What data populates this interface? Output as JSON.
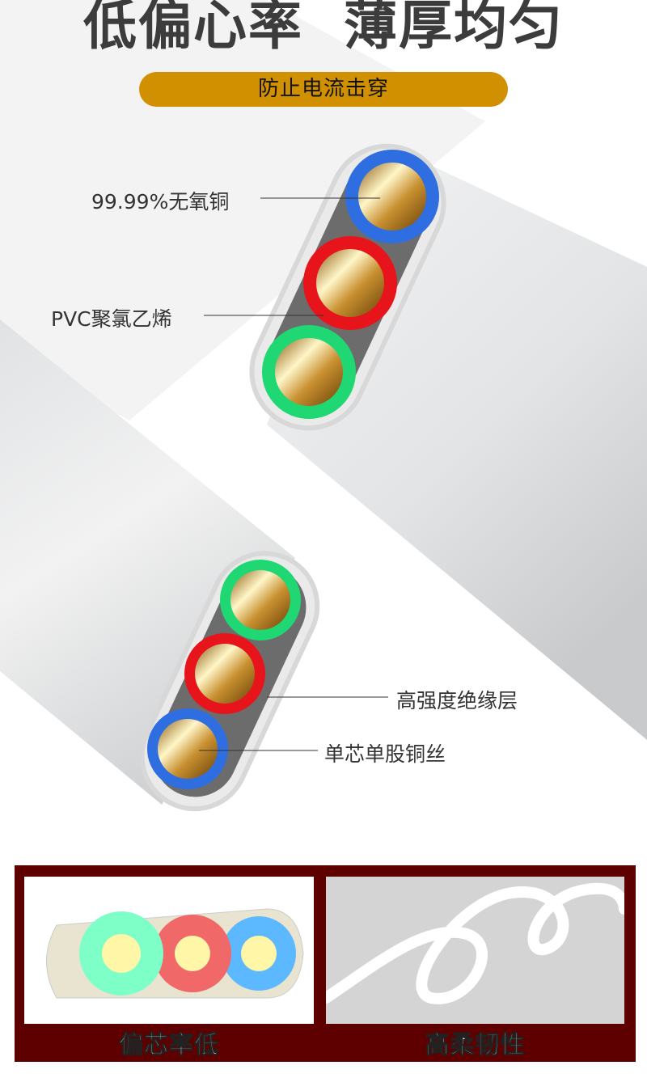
{
  "header": {
    "title": "低偏心率  薄厚均匀",
    "badge": "防止电流击穿"
  },
  "labels": {
    "copper": "99.99%无氧铜",
    "pvc": "PVC聚氯乙烯",
    "insulation": "高强度绝缘层",
    "wire": "单芯单股铜丝"
  },
  "features": [
    {
      "caption": "偏芯率低"
    },
    {
      "caption": "高柔韧性"
    }
  ],
  "colors": {
    "accent": "#d09000",
    "panel": "#5e0000",
    "blue": "#2f6ee0",
    "red": "#e8141c",
    "green": "#1fd873"
  }
}
